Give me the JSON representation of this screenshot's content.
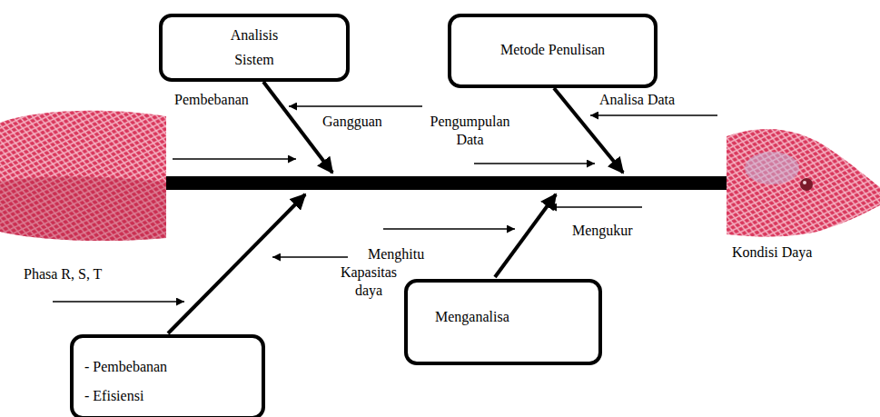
{
  "diagram": {
    "nodes": [
      {
        "text": [
          "Analisis Sistem"
        ]
      },
      {
        "text": [
          "Metode Penulisan"
        ]
      },
      {
        "text": [
          "Menganalisa"
        ]
      },
      {
        "text": [
          "- Pembebanan",
          "- Efisiensi"
        ]
      }
    ],
    "labels": [
      "Pembebanan",
      "Gangguan",
      "Pengumpulan Data",
      "Analisa Data",
      "Mengukur",
      "Menghitu",
      "Kondisi Daya",
      "Phasa R, S, T",
      "Kapasitas daya"
    ]
  }
}
